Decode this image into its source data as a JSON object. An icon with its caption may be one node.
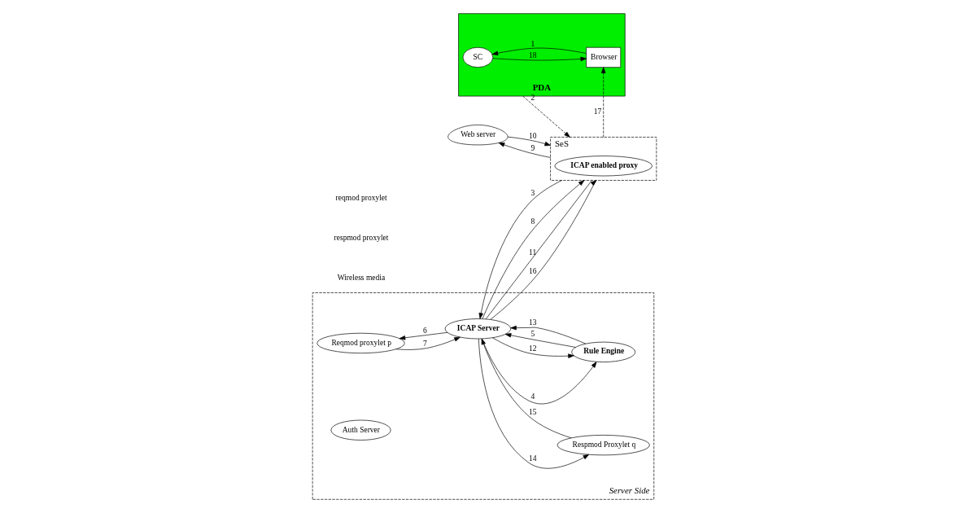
{
  "diagram": {
    "nodes": [
      {
        "text": [
          "PDA"
        ]
      },
      {
        "text": [
          "SC"
        ],
        "in": 0
      },
      {
        "text": [
          "Browser"
        ],
        "in": 0
      },
      {
        "text": [
          "SeS"
        ]
      },
      {
        "text": [
          "ICAP enabled proxy"
        ],
        "in": 3
      },
      {
        "text": [
          "Server Side"
        ]
      },
      {
        "text": [
          "Reqmod proxylet p"
        ],
        "in": 5
      },
      {
        "text": [
          "Respmod Proxylet q"
        ],
        "in": 5
      },
      {
        "text": [
          "ICAP Server"
        ],
        "in": 5
      },
      {
        "text": [
          "Rule Engine"
        ],
        "in": 5
      },
      {
        "text": [
          "Auth Server"
        ],
        "in": 5
      },
      {
        "text": [
          "Web server"
        ]
      }
    ],
    "edges": [
      {
        "from": 2,
        "to": 1,
        "arrow": "to",
        "label": "1"
      },
      {
        "from": 0,
        "to": 3,
        "arrow": "to",
        "label": "2",
        "style": "dashed"
      },
      {
        "from": 3,
        "to": 8,
        "arrow": "to",
        "label": "3"
      },
      {
        "from": 8,
        "to": 9,
        "arrow": "to",
        "label": "4"
      },
      {
        "from": 9,
        "to": 8,
        "arrow": "to",
        "label": "5"
      },
      {
        "from": 8,
        "to": 6,
        "arrow": "to",
        "label": "6"
      },
      {
        "from": 6,
        "to": 8,
        "arrow": "to",
        "label": "7"
      },
      {
        "from": 8,
        "to": 3,
        "arrow": "to",
        "label": "8"
      },
      {
        "from": 3,
        "to": 11,
        "arrow": "to",
        "label": "9"
      },
      {
        "from": 11,
        "to": 3,
        "arrow": "to",
        "label": "10"
      },
      {
        "from": 8,
        "to": 3,
        "arrow": "none",
        "label": "11"
      },
      {
        "from": 8,
        "to": 9,
        "arrow": "to",
        "label": "12"
      },
      {
        "from": 9,
        "to": 8,
        "arrow": "to",
        "label": "13"
      },
      {
        "from": 8,
        "to": 7,
        "arrow": "to",
        "label": "14"
      },
      {
        "from": 7,
        "to": 8,
        "arrow": "to",
        "label": "15"
      },
      {
        "from": 8,
        "to": 3,
        "arrow": "to",
        "label": "16"
      },
      {
        "from": 3,
        "to": 2,
        "arrow": "to",
        "label": "17",
        "style": "dashed"
      },
      {
        "from": 1,
        "to": 2,
        "arrow": "to",
        "label": "18"
      }
    ],
    "labels": [
      "Wireless media",
      "respmod proxylet",
      "reqmod proxylet"
    ]
  }
}
